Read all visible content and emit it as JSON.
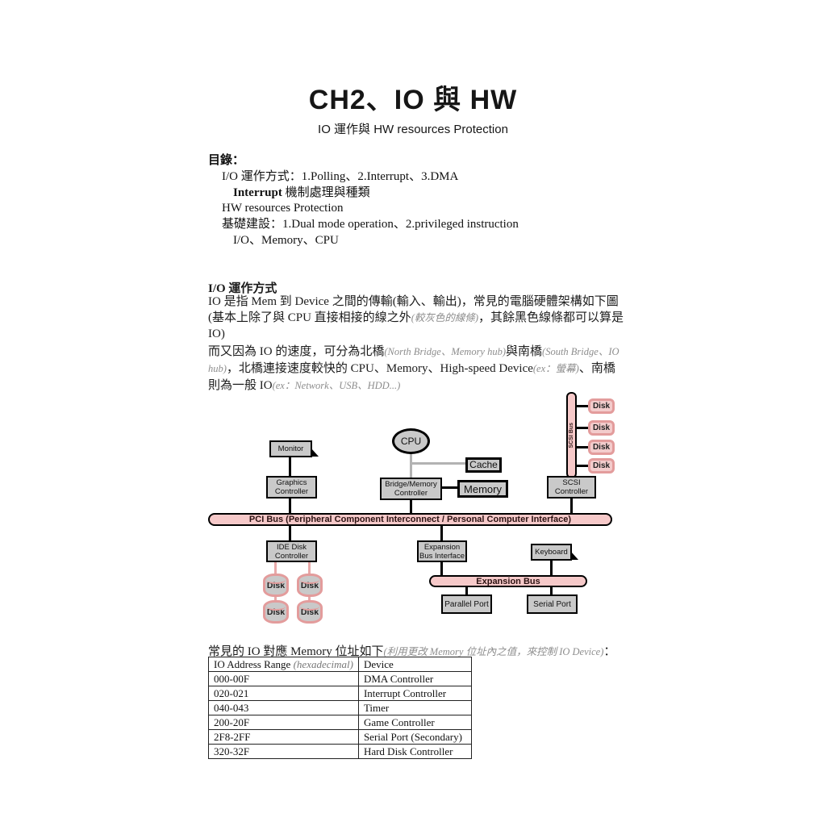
{
  "page": {
    "title": "CH2、IO 與 HW",
    "subtitle": "IO 運作與 HW resources Protection"
  },
  "toc": {
    "heading": "目錄：",
    "line1": "I/O 運作方式：1.Polling、2.Interrupt、3.DMA",
    "line2_bold": "Interrupt",
    "line2_rest": " 機制處理與種類",
    "line3": "HW resources Protection",
    "line4": "基礎建設：1.Dual mode operation、2.privileged instruction",
    "line5": "I/O、Memory、CPU"
  },
  "section": {
    "heading": "I/O 運作方式",
    "para1_line1": "IO 是指 Mem 到 Device 之間的傳輸(輸入、輸出)，常見的電腦硬體架構如下圖",
    "para1_line2_a": "(基本上除了與 CPU 直接相接的線之外",
    "para1_line2_note": "(較灰色的線條)",
    "para1_line2_b": "，其餘黑色線條都可以算是",
    "para1_line3": "IO)",
    "para2_line1_a": "而又因為 IO 的速度，可分為北橋",
    "para2_line1_note1": "(North Bridge、Memory hub)",
    "para2_line1_b": "與南橋",
    "para2_line1_note2": "(South Bridge、IO",
    "para2_line2_note1": "hub)",
    "para2_line2_a": "，北橋連接速度較快的 CPU、Memory、High-speed Device",
    "para2_line2_note2": "(ex：螢幕)",
    "para2_line2_b": "、南橋",
    "para2_line3_a": "則為一般 IO",
    "para2_line3_note": "(ex：Network、USB、HDD...)"
  },
  "diagram": {
    "monitor_label": "Monitor",
    "graphics_line1": "Graphics",
    "graphics_line2": "Controller",
    "cpu_label": "CPU",
    "cache_label": "Cache",
    "bridge_line1": "Bridge/Memory",
    "bridge_line2": "Controller",
    "memory_label": "Memory",
    "scsi_bus_label": "SCSI Bus",
    "scsi_line1": "SCSI",
    "scsi_line2": "Controller",
    "disk_label": "Disk",
    "pci_bus_label": "PCI Bus (Peripheral Component Interconnect / Personal Computer Interface)",
    "ide_line1": "IDE Disk",
    "ide_line2": "Controller",
    "exp_iface_line1": "Expansion",
    "exp_iface_line2": "Bus Interface",
    "keyboard_label": "Keyboard",
    "expansion_bus_label": "Expansion Bus",
    "parallel_port_label": "Parallel Port",
    "serial_port_label": "Serial Port",
    "colors": {
      "bus_pink": "#f6c9c9",
      "box_gray": "#c9c9c9",
      "disk_border_pink": "#e39c9c",
      "gray_line": "#b3b3b3"
    }
  },
  "table": {
    "intro_a": "常見的 IO 對應 Memory 位址如下",
    "intro_note": "(利用更改 Memory 位址內之值，來控制 IO Device)",
    "intro_b": "：",
    "header_range": "IO Address Range ",
    "header_range_note": "(hexadecimal)",
    "header_device": "Device",
    "rows": [
      {
        "range": "000-00F",
        "device": "DMA Controller"
      },
      {
        "range": "020-021",
        "device": "Interrupt Controller"
      },
      {
        "range": "040-043",
        "device": "Timer"
      },
      {
        "range": "200-20F",
        "device": "Game Controller"
      },
      {
        "range": "2F8-2FF",
        "device": "Serial Port (Secondary)"
      },
      {
        "range": "320-32F",
        "device": "Hard Disk Controller"
      }
    ]
  }
}
